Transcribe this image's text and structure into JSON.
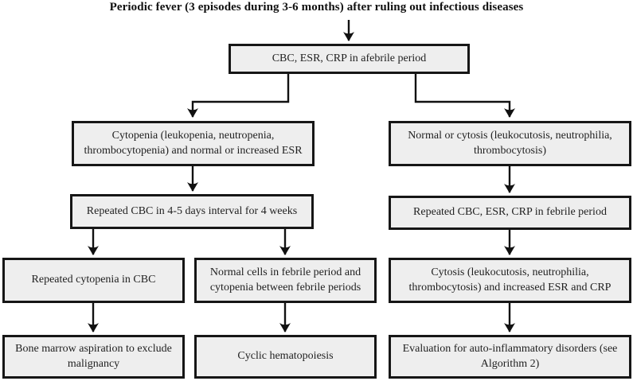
{
  "title": "Periodic fever (3 episodes during 3-6 months) after ruling out infectious diseases",
  "flow": {
    "root": "CBC, ESR, CRP in afebrile period",
    "left": {
      "cytopenia_esr": "Cytopenia (leukopenia, neutropenia, thrombocytopenia) and normal or increased ESR",
      "repeated_cbc_interval": "Repeated CBC in 4-5 days interval for 4 weeks",
      "repeated_cytopenia": "Repeated cytopenia in CBC",
      "normal_cells_febrile": "Normal cells in febrile period and cytopenia between febrile periods",
      "bone_marrow": "Bone marrow aspiration to exclude malignancy",
      "cyclic_hematopoiesis": "Cyclic hematopoiesis"
    },
    "right": {
      "normal_or_cytosis": "Normal or cytosis (leukocutosis, neutrophilia, thrombocytosis)",
      "repeated_febrile": "Repeated CBC, ESR, CRP in febrile period",
      "cytosis_increased": "Cytosis (leukocutosis, neutrophilia, thrombocytosis) and increased ESR and CRP",
      "evaluation_autoinflammatory": "Evaluation for auto-inflammatory disorders (see Algorithm 2)"
    }
  },
  "colors": {
    "background": "#ffffff",
    "box_fill": "#eeeeee",
    "box_border": "#161616",
    "text": "#1f1f1f",
    "arrow": "#111111"
  }
}
